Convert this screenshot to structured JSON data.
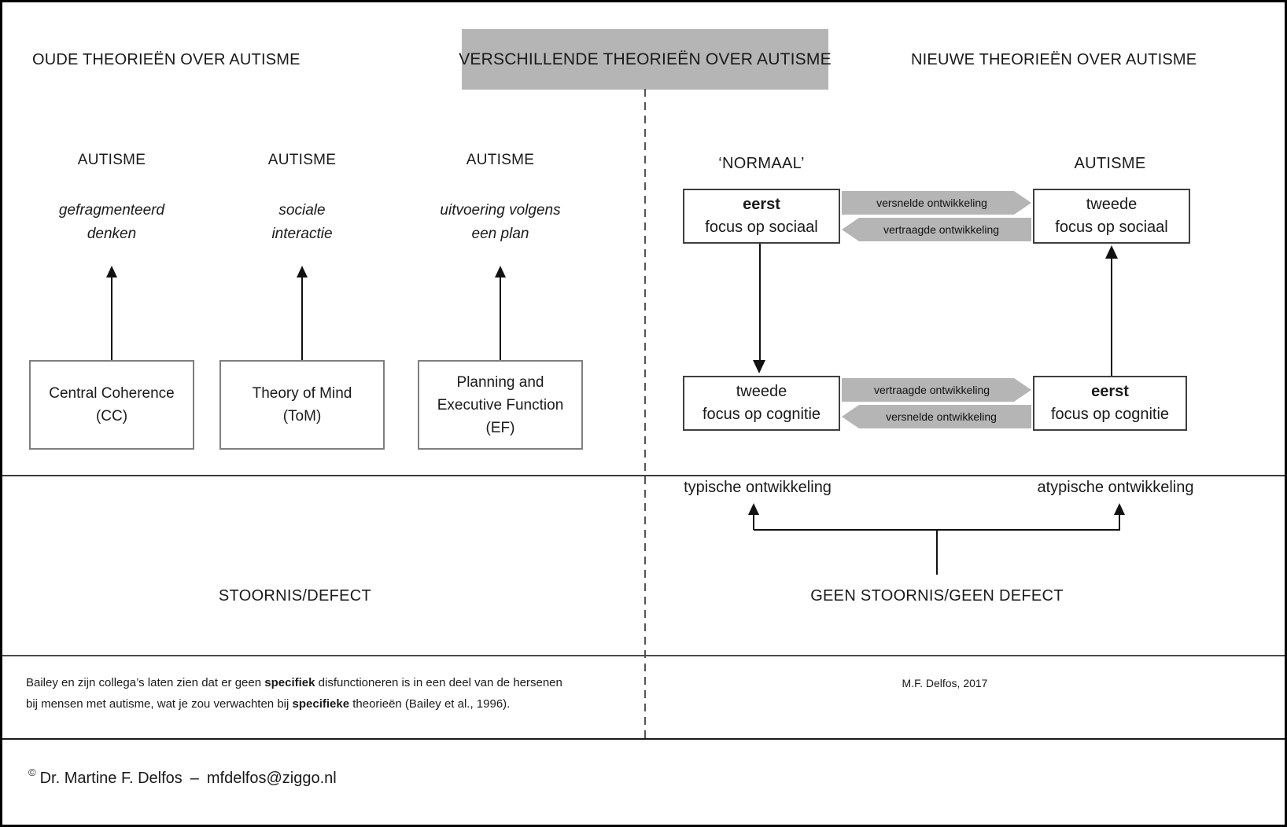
{
  "colors": {
    "background": "#ffffff",
    "accent_gray": "#b5b5b5",
    "box_border_gray": "#7f7f7f",
    "box_border_dark": "#3f3f3f",
    "line_color": "#3c3c3c",
    "text_color": "#1a1a1a"
  },
  "headers": {
    "old": "OUDE THEORIEËN OVER AUTISME",
    "comparison": "VERSCHILLENDE THEORIEËN OVER AUTISME",
    "new": "NIEUWE THEORIEËN OVER AUTISME"
  },
  "old_theories": {
    "columns": [
      {
        "label": "AUTISME",
        "description": [
          "gefragmenteerd",
          "denken"
        ],
        "theory": [
          "Central Coherence",
          "(CC)"
        ]
      },
      {
        "label": "AUTISME",
        "description": [
          "sociale",
          "interactie"
        ],
        "theory": [
          "Theory of Mind",
          "(ToM)"
        ]
      },
      {
        "label": "AUTISME",
        "description": [
          "uitvoering volgens",
          "een plan"
        ],
        "theory": [
          "Planning and",
          "Executive Function",
          "(EF)"
        ]
      }
    ],
    "verdict": "STOORNIS/DEFECT",
    "footnote": [
      [
        {
          "text": "Bailey en zijn collega’s laten zien dat er geen "
        },
        {
          "text": "specifiek",
          "bold": true
        },
        {
          "text": " disfunctioneren is in een deel van de hersenen"
        }
      ],
      [
        {
          "text": "bij mensen met autisme, wat je zou verwachten bij "
        },
        {
          "text": "specifieke",
          "bold": true
        },
        {
          "text": " theorieën (Bailey et al., 1996)."
        }
      ]
    ]
  },
  "new_theories": {
    "normal_label": "‘NORMAAL’",
    "autisme_label": "AUTISME",
    "boxes": {
      "normal_social": {
        "line1": "eerst",
        "line2": "focus op sociaal"
      },
      "autisme_social": {
        "line1": "tweede",
        "line2": "focus op sociaal"
      },
      "normal_cognition": {
        "line1": "tweede",
        "line2": "focus op cognitie"
      },
      "autisme_cognition": {
        "line1": "eerst",
        "line2": "focus op cognitie"
      }
    },
    "flows": {
      "social_forward": "versnelde ontwikkeling",
      "social_back": "vertraagde ontwikkeling",
      "cognition_forward": "vertraagde ontwikkeling",
      "cognition_back": "versnelde ontwikkeling"
    },
    "development": {
      "typical": "typische ontwikkeling",
      "atypical": "atypische ontwikkeling"
    },
    "verdict": "GEEN STOORNIS/GEEN DEFECT",
    "credit": "M.F. Delfos, 2017"
  },
  "footer": {
    "copyright": "©",
    "name": "Dr. Martine F. Delfos",
    "separator": "–",
    "email": "mfdelfos@ziggo.nl"
  }
}
